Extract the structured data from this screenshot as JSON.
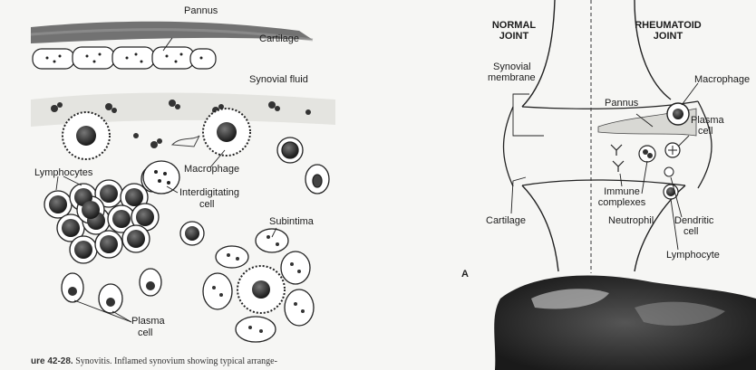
{
  "left_panel": {
    "labels": {
      "pannus": "Pannus",
      "cartilage": "Cartilage",
      "synovial_fluid": "Synovial fluid",
      "macrophage": "Macrophage",
      "lymphocytes": "Lymphocytes",
      "interdigitating_cell": [
        "Interdigitating",
        "cell"
      ],
      "subintima": "Subintima",
      "plasma_cell": [
        "Plasma",
        "cell"
      ]
    }
  },
  "right_panel": {
    "normal_joint": [
      "NORMAL",
      "JOINT"
    ],
    "rheumatoid_joint": [
      "RHEUMATOID",
      "JOINT"
    ],
    "labels": {
      "synovial_membrane": [
        "Synovial",
        "membrane"
      ],
      "pannus": "Pannus",
      "macrophage": "Macrophage",
      "plasma_cell": [
        "Plasma",
        "cell"
      ],
      "immune_complexes": [
        "Immune",
        "complexes"
      ],
      "cartilage": "Cartilage",
      "neutrophil": "Neutrophil",
      "dendritic_cell": [
        "Dendritic",
        "cell"
      ],
      "lymphocyte": "Lymphocyte"
    },
    "panel_letter": "A"
  },
  "caption": {
    "prefix": "ure 42-28.",
    "text": "Synovitis. Inflamed synovium showing typical arrange-"
  },
  "colors": {
    "ink": "#1c1c1c",
    "cell_fill": "#ffffff",
    "nucleus": "#2a2a2a",
    "background": "#f6f6f4"
  }
}
